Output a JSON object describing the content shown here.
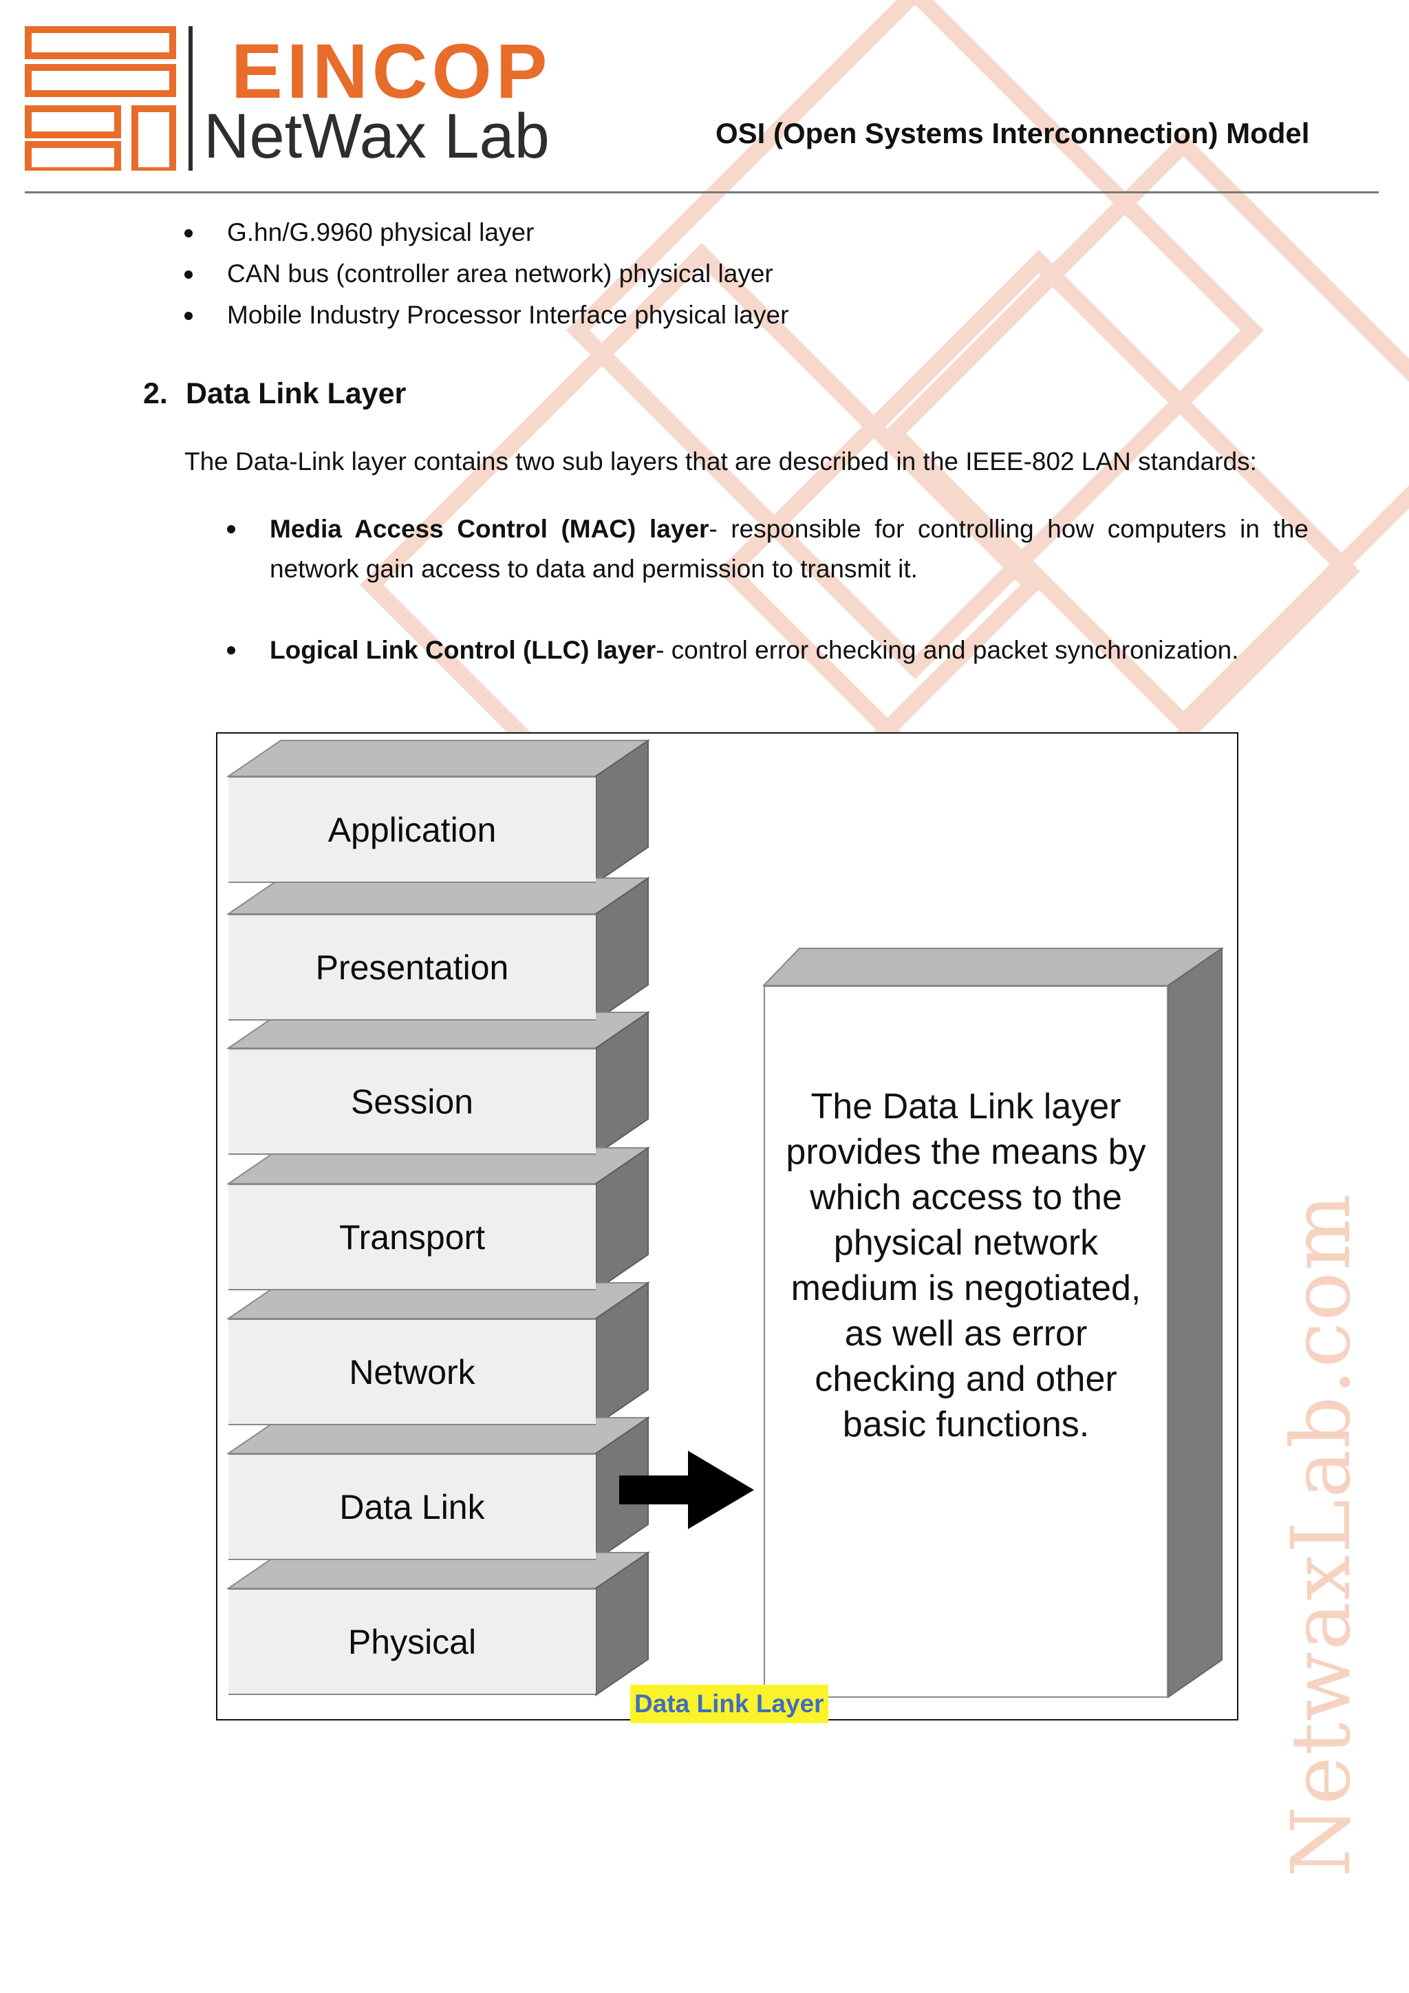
{
  "brand": {
    "company": "EINCOP",
    "lab": "NetWax Lab",
    "accent_color": "#e86c2a",
    "watermark": "NetwaxLab.com"
  },
  "header": {
    "title": "OSI (Open Systems Interconnection) Model"
  },
  "physical_list": [
    "G.hn/G.9960 physical layer",
    "CAN bus (controller area network) physical layer",
    "Mobile Industry Processor Interface physical layer"
  ],
  "section": {
    "number": "2.",
    "title": "Data Link Layer",
    "intro": "The Data-Link layer contains two sub layers that are described in the IEEE-802 LAN standards:",
    "items": [
      {
        "term": "Media Access Control (MAC) layer",
        "text": "- responsible for controlling how computers in the network gain access to data and permission to transmit it."
      },
      {
        "term": "Logical Link Control (LLC) layer",
        "text": "- control error checking and packet synchronization."
      }
    ]
  },
  "figure": {
    "layers": [
      "Application",
      "Presentation",
      "Session",
      "Transport",
      "Network",
      "Data Link",
      "Physical"
    ],
    "highlighted_layer": "Data Link",
    "description": "The Data Link layer provides the means by which access to the physical network medium is negotiated, as well as error checking and other basic functions.",
    "caption": "Data Link Layer",
    "caption_highlight_color": "#fbf32a",
    "caption_text_color": "#3f6ec2"
  }
}
